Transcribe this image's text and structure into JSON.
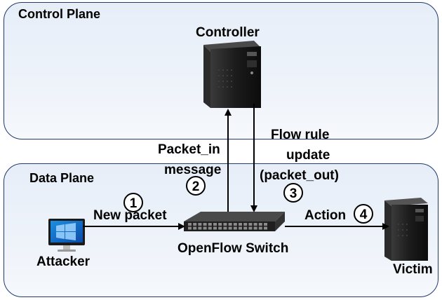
{
  "planes": {
    "control_label": "Control Plane",
    "data_label": "Data Plane"
  },
  "nodes": {
    "controller": "Controller",
    "switch": "OpenFlow Switch",
    "attacker": "Attacker",
    "victim": "Victim"
  },
  "steps": [
    {
      "number": "1",
      "label": "New packet"
    },
    {
      "number": "2",
      "label_line1": "Packet_in",
      "label_line2": "message"
    },
    {
      "number": "3",
      "label_line1": "Flow rule",
      "label_line2": "update",
      "label_line3": "(packet_out)"
    },
    {
      "number": "4",
      "label": "Action"
    }
  ],
  "colors": {
    "plane_border": "#1f3a6e",
    "plane_fill": "#e9eff8",
    "arrow": "#000000"
  }
}
